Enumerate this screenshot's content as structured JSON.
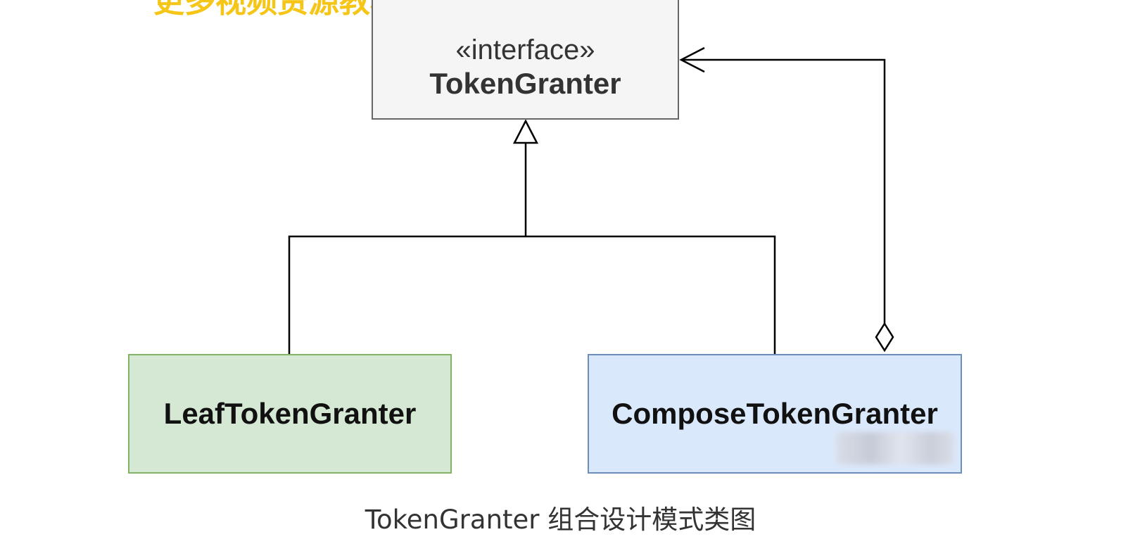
{
  "header": {
    "watermark_text": "更多视频资源教程 管网站"
  },
  "nodes": {
    "interface": {
      "stereotype": "«interface»",
      "name": "TokenGranter"
    },
    "leaf": {
      "name": "LeafTokenGranter"
    },
    "compose": {
      "name": "ComposeTokenGranter"
    }
  },
  "relations": [
    {
      "type": "realization",
      "from": "LeafTokenGranter",
      "to": "TokenGranter",
      "arrow": "hollow-triangle"
    },
    {
      "type": "realization",
      "from": "ComposeTokenGranter",
      "to": "TokenGranter",
      "arrow": "hollow-triangle"
    },
    {
      "type": "aggregation",
      "from": "ComposeTokenGranter",
      "to": "TokenGranter",
      "arrow": "open-arrow",
      "source_end": "hollow-diamond"
    }
  ],
  "colors": {
    "interface_fill": "#f5f5f5",
    "interface_stroke": "#666666",
    "leaf_fill": "#d5e8d4",
    "leaf_stroke": "#82b366",
    "compose_fill": "#dae8fc",
    "compose_stroke": "#6c8ebf",
    "line": "#000000",
    "watermark": "#f5c518"
  },
  "caption": "TokenGranter 组合设计模式类图"
}
